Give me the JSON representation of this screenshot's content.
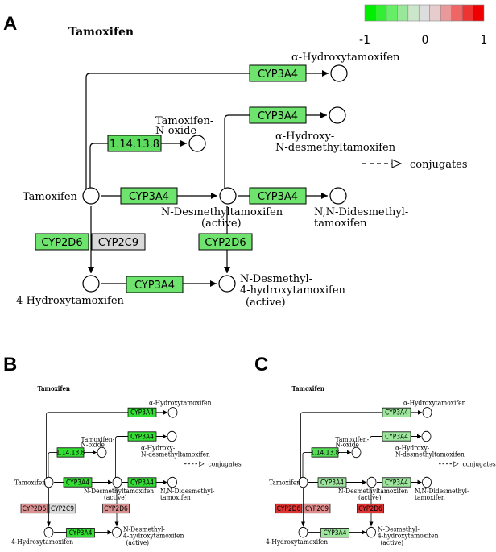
{
  "panels": [
    {
      "letter": "A"
    },
    {
      "letter": "B"
    },
    {
      "letter": "C"
    }
  ],
  "pathway": {
    "title": "Tamoxifen",
    "compounds": {
      "tamoxifen": "Tamoxifen",
      "alpha_hydroxy": "α-Hydroxytamoxifen",
      "n_oxide_1": "Tamoxifen-",
      "n_oxide_2": "N-oxide",
      "alpha_hydroxy_desm_1": "α-Hydroxy-",
      "alpha_hydroxy_desm_2": "N-desmethyltamoxifen",
      "conjugates": "conjugates",
      "n_desm_1": "N-Desmethyltamoxifen",
      "n_desm_2": "(active)",
      "didesm_1": "N,N-Didesmethyl-",
      "didesm_2": "tamoxifen",
      "hydroxy4": "4-Hydroxytamoxifen",
      "endox_1": "N-Desmethyl-",
      "endox_2": "4-hydroxytamoxifen",
      "endox_3": "(active)"
    },
    "enzymes": {
      "e1": "CYP3A4",
      "e2": "CYP3A4",
      "e3": "1.14.13.8",
      "e4": "CYP3A4",
      "e5": "CYP3A4",
      "e6": "CYP2D6",
      "e7": "CYP2C9",
      "e8": "CYP2D6",
      "e9": "CYP3A4"
    },
    "enzymes_small": {
      "e3": "1.14.13.8"
    }
  },
  "panel_colors": {
    "A": {
      "e1": "#6ee36e",
      "e2": "#6ee36e",
      "e3": "#5ddc5d",
      "e4": "#6ee36e",
      "e5": "#6ee36e",
      "e6": "#6ee36e",
      "e7": "#d9d9d9",
      "e8": "#6ee36e",
      "e9": "#6ee36e"
    },
    "B": {
      "e1": "#33dd33",
      "e2": "#33dd33",
      "e3": "#33dd33",
      "e4": "#33dd33",
      "e5": "#33dd33",
      "e6": "#d99090",
      "e7": "#d9d9d9",
      "e8": "#d99090",
      "e9": "#33dd33"
    },
    "C": {
      "e1": "#9ee69e",
      "e2": "#9ee69e",
      "e3": "#55dd55",
      "e4": "#9ee69e",
      "e5": "#9ee69e",
      "e6": "#dd3333",
      "e7": "#e08c8c",
      "e8": "#dd3333",
      "e9": "#9ee69e"
    }
  },
  "color_scale": {
    "ticks": [
      "-1",
      "0",
      "1"
    ],
    "colors": [
      "#00ee00",
      "#33ee33",
      "#66ee66",
      "#99e899",
      "#cce6cc",
      "#dddddd",
      "#e6cccc",
      "#e89999",
      "#ee6666",
      "#ee3333",
      "#ee0000"
    ]
  }
}
